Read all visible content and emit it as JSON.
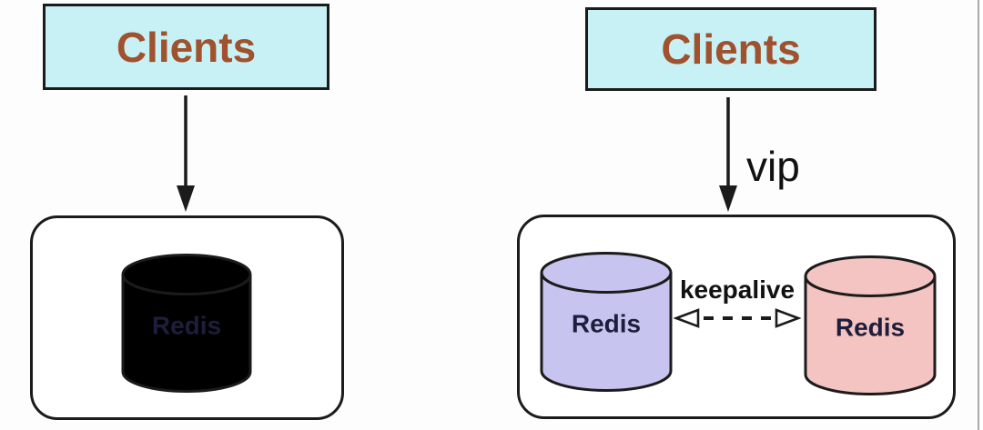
{
  "colors": {
    "background": "#fdfdfd",
    "clients_box_fill": "#c8f1f5",
    "clients_text": "#a0512e",
    "shape_outline": "#1b1b1b",
    "container_fill": "#ffffff",
    "redis_primary_fill": "#c7c4ef",
    "redis_backup_fill": "#f3c4c1",
    "redis_label_text": "#1e1e3c",
    "annotation_text": "#111111",
    "right_edge_line": "#a9a9a9"
  },
  "left_diagram": {
    "clients_label": "Clients",
    "redis_label": "Redis"
  },
  "right_diagram": {
    "clients_label": "Clients",
    "vip_label": "vip",
    "keepalive_label": "keepalive",
    "redis_primary_label": "Redis",
    "redis_backup_label": "Redis"
  }
}
